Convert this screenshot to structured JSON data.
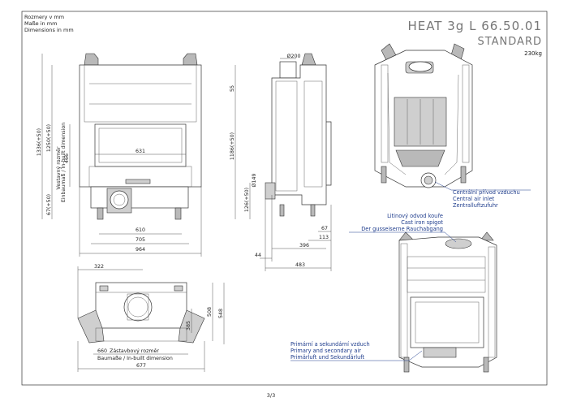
{
  "title_block": {
    "units_cz": "Rozmery v mm",
    "units_de": "Maße in mm",
    "units_en": "Dimensions in mm",
    "model": "HEAT 3g L 66.50.01",
    "variant": "STANDARD",
    "weight": "230kg"
  },
  "front_view": {
    "height_total": "1336(+50)",
    "height_upper": "1250(+50)",
    "door_height": "466",
    "door_label_cz": "Vestavný rozměr",
    "door_label_de": "Einbaumaß / In-built dimension",
    "base_height": "67(+50)",
    "door_width": "631",
    "width_610": "610",
    "width_705": "705",
    "width_964": "964"
  },
  "side_view": {
    "flue_diameter": "Ø200",
    "top_offset": "55",
    "height_flue": "1186(+50)",
    "inlet_height": "126(+50)",
    "inlet_diameter": "Ø149",
    "d67": "67",
    "d113": "113",
    "d396": "396",
    "d44": "44",
    "d483": "483"
  },
  "top_view": {
    "d322": "322",
    "d385": "385",
    "d508": "508",
    "d548": "548",
    "d660": "660",
    "label_cz": "Zástavbový rozměr",
    "label_de": "Baumaße / In-built dimension",
    "d677": "677"
  },
  "callouts": {
    "central_air": [
      "Centrální přívod vzduchu",
      "Central air inlet",
      "Zentralluftzufuhr"
    ],
    "flue_outlet": [
      "Litinový odvod kouře",
      "Cast iron spigot",
      "Der gusseiserne Rauchabgang"
    ],
    "air_supply": [
      "Primární a sekundární vzduch",
      "Primary and secondary air",
      "Primärluft und Sekundärluft"
    ]
  },
  "page_number": "3/3"
}
